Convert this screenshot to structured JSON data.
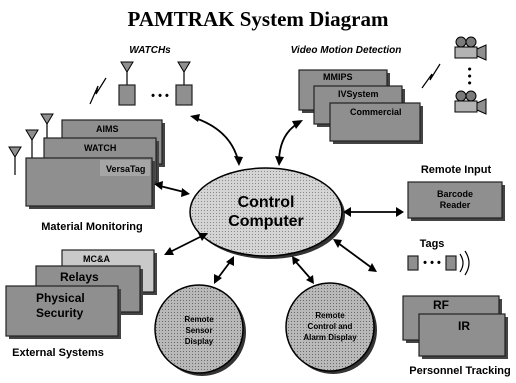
{
  "title": "PAMTRAK System Diagram",
  "center": {
    "line1": "Control",
    "line2": "Computer"
  },
  "watchs": {
    "label": "WATCHs",
    "ellipsis": "• • •"
  },
  "video_motion": {
    "label": "Video Motion Detection",
    "cards": [
      "MMIPS",
      "IVSystem",
      "Commercial"
    ]
  },
  "material_monitoring": {
    "label": "Material Monitoring",
    "cards": [
      "AIMS",
      "WATCH",
      "VersaTag"
    ]
  },
  "remote_input": {
    "label": "Remote Input",
    "line1": "Barcode",
    "line2": "Reader"
  },
  "tags": {
    "label": "Tags",
    "ellipsis": "• • •"
  },
  "external_systems": {
    "label": "External Systems",
    "cards": [
      "MC&A",
      "Relays"
    ],
    "front_line1": "Physical",
    "front_line2": "Security"
  },
  "remote_sensor": {
    "line1": "Remote",
    "line2": "Sensor",
    "line3": "Display"
  },
  "remote_control": {
    "line1": "Remote",
    "line2": "Control and",
    "line3": "Alarm Display"
  },
  "personnel_tracking": {
    "label": "Personnel Tracking",
    "cards": [
      "RF",
      "IR"
    ]
  }
}
